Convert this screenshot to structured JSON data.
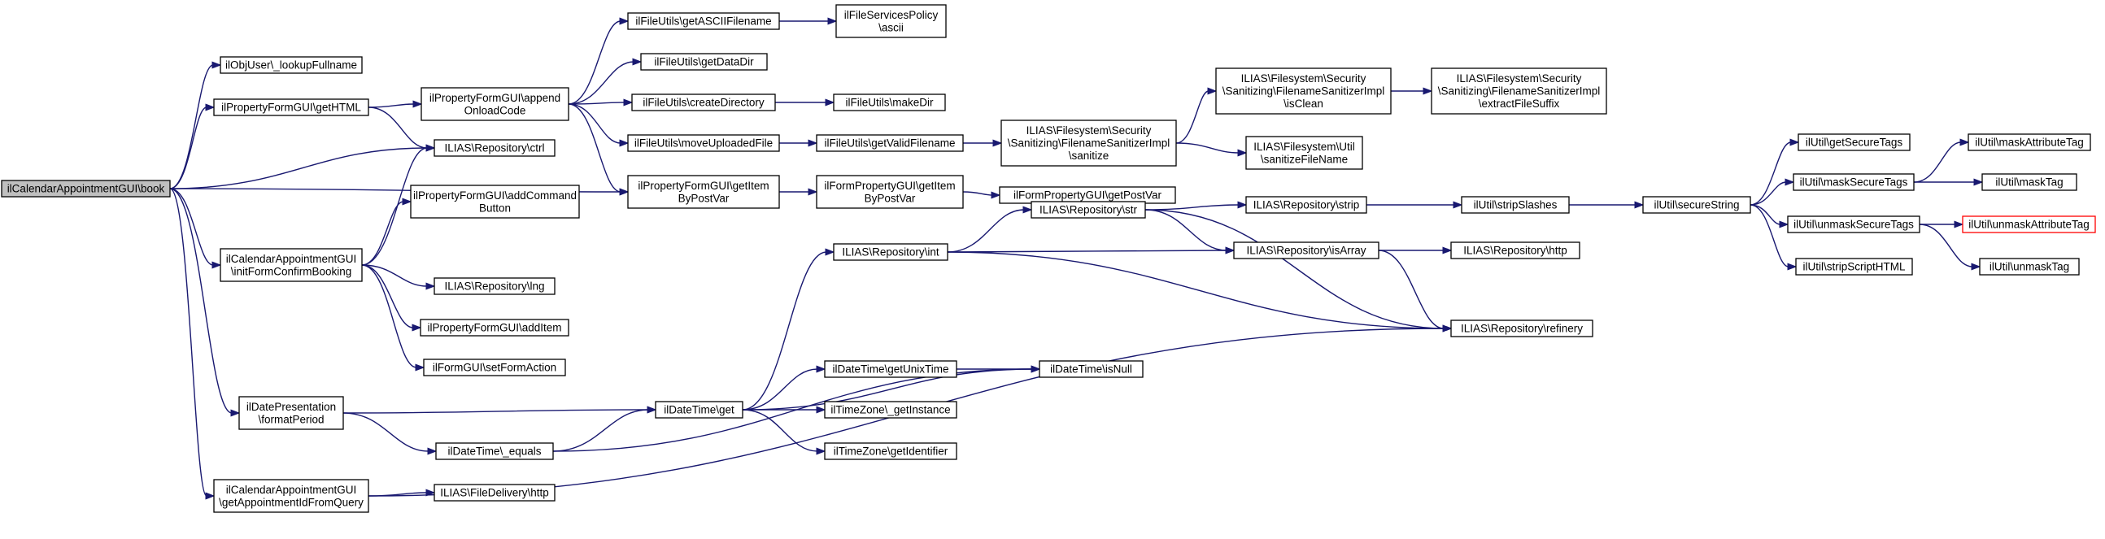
{
  "colors": {
    "edge": "#191970",
    "root_fill": "#bfbfbf",
    "highlight_border": "#ff0000"
  },
  "nodes": [
    {
      "id": "book",
      "lines": [
        "ilCalendarAppointmentGUI\\book"
      ],
      "root": true
    },
    {
      "id": "lookupFullname",
      "lines": [
        "ilObjUser\\_lookupFullname"
      ]
    },
    {
      "id": "getHTML",
      "lines": [
        "ilPropertyFormGUI\\getHTML"
      ]
    },
    {
      "id": "appendOnload",
      "lines": [
        "ilPropertyFormGUI\\append",
        "OnloadCode"
      ]
    },
    {
      "id": "ctrl",
      "lines": [
        "ILIAS\\Repository\\ctrl"
      ]
    },
    {
      "id": "initForm",
      "lines": [
        "ilCalendarAppointmentGUI",
        "\\initFormConfirmBooking"
      ]
    },
    {
      "id": "addCommandButton",
      "lines": [
        "ilPropertyFormGUI\\addCommand",
        "Button"
      ]
    },
    {
      "id": "lng",
      "lines": [
        "ILIAS\\Repository\\lng"
      ]
    },
    {
      "id": "addItem",
      "lines": [
        "ilPropertyFormGUI\\addItem"
      ]
    },
    {
      "id": "setFormAction",
      "lines": [
        "ilFormGUI\\setFormAction"
      ]
    },
    {
      "id": "formatPeriod",
      "lines": [
        "ilDatePresentation",
        "\\formatPeriod"
      ]
    },
    {
      "id": "getApptId",
      "lines": [
        "ilCalendarAppointmentGUI",
        "\\getAppointmentIdFromQuery"
      ]
    },
    {
      "id": "getASCII",
      "lines": [
        "ilFileUtils\\getASCIIFilename"
      ]
    },
    {
      "id": "fspAscii",
      "lines": [
        "ilFileServicesPolicy",
        "\\ascii"
      ]
    },
    {
      "id": "getDataDir",
      "lines": [
        "ilFileUtils\\getDataDir"
      ]
    },
    {
      "id": "createDir",
      "lines": [
        "ilFileUtils\\createDirectory"
      ]
    },
    {
      "id": "makeDir",
      "lines": [
        "ilFileUtils\\makeDir"
      ]
    },
    {
      "id": "moveUploaded",
      "lines": [
        "ilFileUtils\\moveUploadedFile"
      ]
    },
    {
      "id": "getValidFilename",
      "lines": [
        "ilFileUtils\\getValidFilename"
      ]
    },
    {
      "id": "sanitize",
      "lines": [
        "ILIAS\\Filesystem\\Security",
        "\\Sanitizing\\FilenameSanitizerImpl",
        "\\sanitize"
      ]
    },
    {
      "id": "isClean",
      "lines": [
        "ILIAS\\Filesystem\\Security",
        "\\Sanitizing\\FilenameSanitizerImpl",
        "\\isClean"
      ]
    },
    {
      "id": "extractFileSuffix",
      "lines": [
        "ILIAS\\Filesystem\\Security",
        "\\Sanitizing\\FilenameSanitizerImpl",
        "\\extractFileSuffix"
      ]
    },
    {
      "id": "sanitizeFileName",
      "lines": [
        "ILIAS\\Filesystem\\Util",
        "\\sanitizeFileName"
      ]
    },
    {
      "id": "getItemByPostVar",
      "lines": [
        "ilPropertyFormGUI\\getItem",
        "ByPostVar"
      ]
    },
    {
      "id": "formGetItem",
      "lines": [
        "ilFormPropertyGUI\\getItem",
        "ByPostVar"
      ]
    },
    {
      "id": "getPostVar",
      "lines": [
        "ilFormPropertyGUI\\getPostVar"
      ]
    },
    {
      "id": "repoInt",
      "lines": [
        "ILIAS\\Repository\\int"
      ]
    },
    {
      "id": "repoStr",
      "lines": [
        "ILIAS\\Repository\\str"
      ]
    },
    {
      "id": "repoStrip",
      "lines": [
        "ILIAS\\Repository\\strip"
      ]
    },
    {
      "id": "stripSlashes",
      "lines": [
        "ilUtil\\stripSlashes"
      ]
    },
    {
      "id": "secureString",
      "lines": [
        "ilUtil\\secureString"
      ]
    },
    {
      "id": "getSecureTags",
      "lines": [
        "ilUtil\\getSecureTags"
      ]
    },
    {
      "id": "maskSecureTags",
      "lines": [
        "ilUtil\\maskSecureTags"
      ]
    },
    {
      "id": "maskAttributeTag",
      "lines": [
        "ilUtil\\maskAttributeTag"
      ]
    },
    {
      "id": "maskTag",
      "lines": [
        "ilUtil\\maskTag"
      ]
    },
    {
      "id": "unmaskSecureTags",
      "lines": [
        "ilUtil\\unmaskSecureTags"
      ]
    },
    {
      "id": "unmaskAttributeTag",
      "lines": [
        "ilUtil\\unmaskAttributeTag"
      ],
      "highlight": true
    },
    {
      "id": "unmaskTag",
      "lines": [
        "ilUtil\\unmaskTag"
      ]
    },
    {
      "id": "stripScriptHTML",
      "lines": [
        "ilUtil\\stripScriptHTML"
      ]
    },
    {
      "id": "isArray",
      "lines": [
        "ILIAS\\Repository\\isArray"
      ]
    },
    {
      "id": "repoHttp",
      "lines": [
        "ILIAS\\Repository\\http"
      ]
    },
    {
      "id": "refinery",
      "lines": [
        "ILIAS\\Repository\\refinery"
      ]
    },
    {
      "id": "dtGet",
      "lines": [
        "ilDateTime\\get"
      ]
    },
    {
      "id": "getUnixTime",
      "lines": [
        "ilDateTime\\getUnixTime"
      ]
    },
    {
      "id": "isNull",
      "lines": [
        "ilDateTime\\isNull"
      ]
    },
    {
      "id": "tzGetInstance",
      "lines": [
        "ilTimeZone\\_getInstance"
      ]
    },
    {
      "id": "tzGetIdentifier",
      "lines": [
        "ilTimeZone\\getIdentifier"
      ]
    },
    {
      "id": "dtEquals",
      "lines": [
        "ilDateTime\\_equals"
      ]
    },
    {
      "id": "fdHttp",
      "lines": [
        "ILIAS\\FileDelivery\\http"
      ]
    }
  ],
  "edges": [
    [
      "book",
      "lookupFullname"
    ],
    [
      "book",
      "getHTML"
    ],
    [
      "book",
      "ctrl"
    ],
    [
      "book",
      "getItemByPostVar"
    ],
    [
      "book",
      "initForm"
    ],
    [
      "book",
      "formatPeriod"
    ],
    [
      "book",
      "getApptId"
    ],
    [
      "getHTML",
      "appendOnload"
    ],
    [
      "getHTML",
      "ctrl"
    ],
    [
      "appendOnload",
      "getASCII"
    ],
    [
      "appendOnload",
      "getDataDir"
    ],
    [
      "appendOnload",
      "createDir"
    ],
    [
      "appendOnload",
      "moveUploaded"
    ],
    [
      "appendOnload",
      "getItemByPostVar"
    ],
    [
      "getASCII",
      "fspAscii"
    ],
    [
      "createDir",
      "makeDir"
    ],
    [
      "moveUploaded",
      "getValidFilename"
    ],
    [
      "getValidFilename",
      "sanitize"
    ],
    [
      "sanitize",
      "isClean"
    ],
    [
      "sanitize",
      "sanitizeFileName"
    ],
    [
      "isClean",
      "extractFileSuffix"
    ],
    [
      "getItemByPostVar",
      "formGetItem"
    ],
    [
      "formGetItem",
      "getPostVar"
    ],
    [
      "initForm",
      "ctrl"
    ],
    [
      "initForm",
      "addCommandButton"
    ],
    [
      "initForm",
      "lng"
    ],
    [
      "initForm",
      "addItem"
    ],
    [
      "initForm",
      "setFormAction"
    ],
    [
      "formatPeriod",
      "dtGet"
    ],
    [
      "formatPeriod",
      "dtEquals"
    ],
    [
      "getApptId",
      "fdHttp"
    ],
    [
      "getApptId",
      "refinery"
    ],
    [
      "dtEquals",
      "dtGet"
    ],
    [
      "dtEquals",
      "isNull"
    ],
    [
      "dtGet",
      "repoInt"
    ],
    [
      "dtGet",
      "isNull"
    ],
    [
      "dtGet",
      "getUnixTime"
    ],
    [
      "dtGet",
      "tzGetInstance"
    ],
    [
      "dtGet",
      "tzGetIdentifier"
    ],
    [
      "getUnixTime",
      "isNull"
    ],
    [
      "repoInt",
      "repoStr"
    ],
    [
      "repoInt",
      "isArray"
    ],
    [
      "repoInt",
      "refinery"
    ],
    [
      "repoStr",
      "repoStrip"
    ],
    [
      "repoStr",
      "isArray"
    ],
    [
      "repoStr",
      "refinery"
    ],
    [
      "repoStrip",
      "stripSlashes"
    ],
    [
      "stripSlashes",
      "secureString"
    ],
    [
      "isArray",
      "repoHttp"
    ],
    [
      "isArray",
      "refinery"
    ],
    [
      "secureString",
      "getSecureTags"
    ],
    [
      "secureString",
      "maskSecureTags"
    ],
    [
      "secureString",
      "unmaskSecureTags"
    ],
    [
      "secureString",
      "stripScriptHTML"
    ],
    [
      "maskSecureTags",
      "maskAttributeTag"
    ],
    [
      "maskSecureTags",
      "maskTag"
    ],
    [
      "unmaskSecureTags",
      "unmaskAttributeTag"
    ],
    [
      "unmaskSecureTags",
      "unmaskTag"
    ]
  ]
}
